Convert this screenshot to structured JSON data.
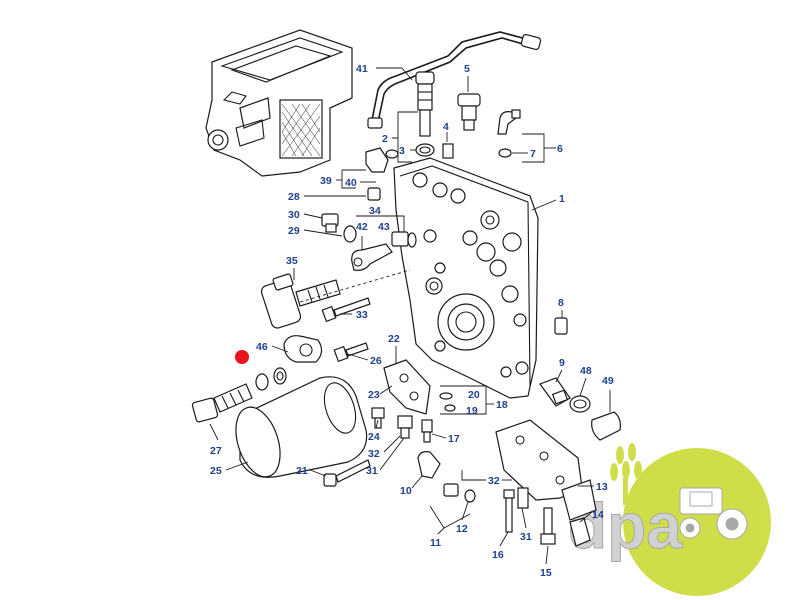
{
  "diagram": {
    "callouts": [
      {
        "id": "c41",
        "label": "41"
      },
      {
        "id": "c5",
        "label": "5"
      },
      {
        "id": "c2",
        "label": "2"
      },
      {
        "id": "c4",
        "label": "4"
      },
      {
        "id": "c3",
        "label": "3"
      },
      {
        "id": "c6",
        "label": "6"
      },
      {
        "id": "c7",
        "label": "7"
      },
      {
        "id": "c39",
        "label": "39"
      },
      {
        "id": "c40",
        "label": "40"
      },
      {
        "id": "c1",
        "label": "1"
      },
      {
        "id": "c28",
        "label": "28"
      },
      {
        "id": "c34",
        "label": "34"
      },
      {
        "id": "c30",
        "label": "30"
      },
      {
        "id": "c29",
        "label": "29"
      },
      {
        "id": "c42",
        "label": "42"
      },
      {
        "id": "c43",
        "label": "43"
      },
      {
        "id": "c35",
        "label": "35"
      },
      {
        "id": "c8",
        "label": "8"
      },
      {
        "id": "c33",
        "label": "33"
      },
      {
        "id": "c22",
        "label": "22"
      },
      {
        "id": "c46",
        "label": "46"
      },
      {
        "id": "c26",
        "label": "26"
      },
      {
        "id": "c9",
        "label": "9"
      },
      {
        "id": "c48",
        "label": "48"
      },
      {
        "id": "c49",
        "label": "49"
      },
      {
        "id": "c23",
        "label": "23"
      },
      {
        "id": "c20",
        "label": "20"
      },
      {
        "id": "c18",
        "label": "18"
      },
      {
        "id": "c19",
        "label": "19"
      },
      {
        "id": "c27",
        "label": "27"
      },
      {
        "id": "c24",
        "label": "24"
      },
      {
        "id": "c17",
        "label": "17"
      },
      {
        "id": "c32a",
        "label": "32"
      },
      {
        "id": "c31a",
        "label": "31"
      },
      {
        "id": "c25",
        "label": "25"
      },
      {
        "id": "c21",
        "label": "21"
      },
      {
        "id": "c10",
        "label": "10"
      },
      {
        "id": "c32b",
        "label": "32"
      },
      {
        "id": "c13",
        "label": "13"
      },
      {
        "id": "c14",
        "label": "14"
      },
      {
        "id": "c12",
        "label": "12"
      },
      {
        "id": "c31b",
        "label": "31"
      },
      {
        "id": "c11",
        "label": "11"
      },
      {
        "id": "c16",
        "label": "16"
      },
      {
        "id": "c15",
        "label": "15"
      }
    ],
    "highlight_color": "#e8141c",
    "callout_color": "#1f3f8f"
  },
  "watermark": {
    "text": "dpa",
    "circle_color": "#c7d82a",
    "text_color": "#c9c9c9"
  }
}
